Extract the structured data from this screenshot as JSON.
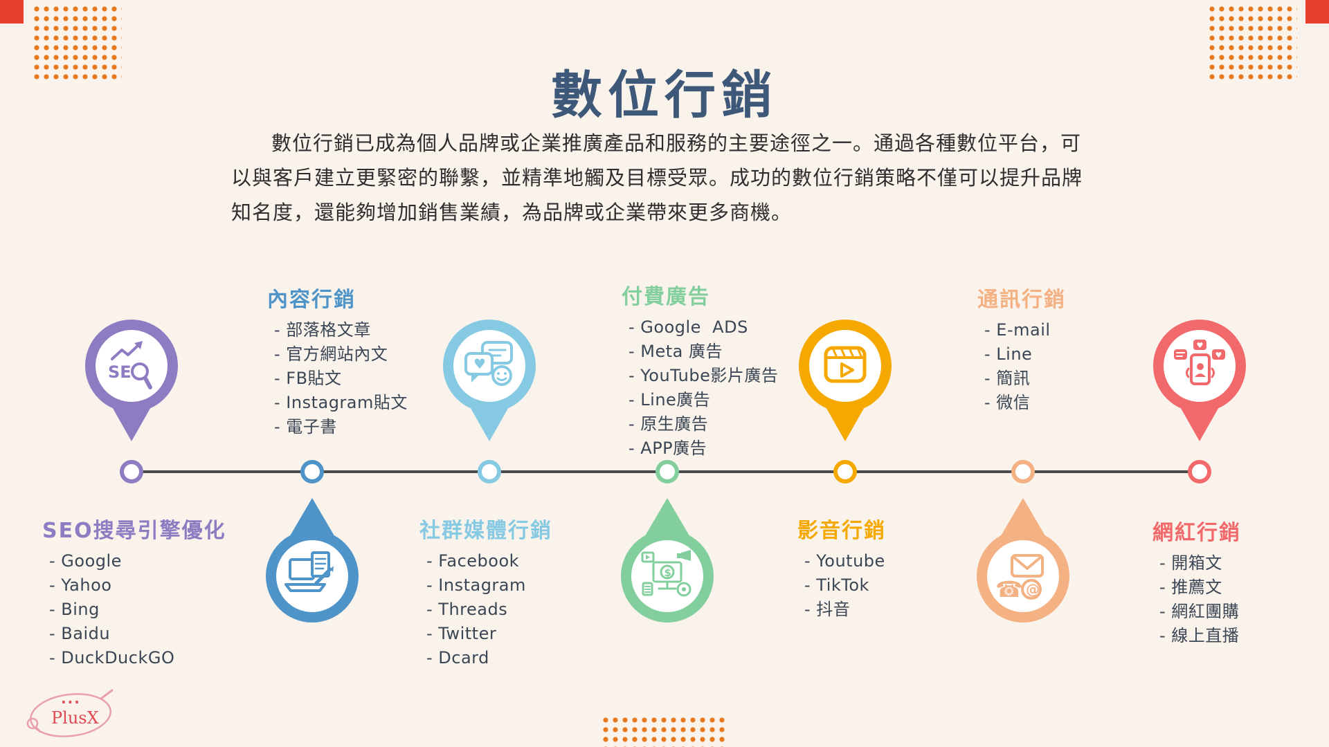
{
  "page": {
    "title": "數位行銷",
    "intro": "數位行銷已成為個人品牌或企業推廣產品和服務的主要途徑之一。通過各種數位平台，可以與客戶建立更緊密的聯繫，並精準地觸及目標受眾。成功的數位行銷策略不僅可以提升品牌知名度，還能夠增加銷售業績，為品牌或企業帶來更多商機。"
  },
  "colors": {
    "background": "#FAF3EC",
    "title": "#3E5879",
    "body_text": "#2E2E2E",
    "list_text": "#3A4654",
    "timeline_line": "#4A4A4A",
    "dot_pattern": "#E8781E",
    "corner_square": "#E83F2E",
    "logo_pink": "#E8A0AC",
    "logo_red": "#DD4A52"
  },
  "logo": {
    "dots": "...",
    "name": "PlusX"
  },
  "categories": [
    {
      "label": "SEO搜尋引擎優化",
      "color": "#8E7CC3",
      "icon": "seo-magnifier-icon",
      "pin_position": "above-timeline",
      "items": [
        "- Google",
        "- Yahoo",
        "- Bing",
        "- Baidu",
        "- DuckDuckGO"
      ]
    },
    {
      "label": "內容行銷",
      "color": "#4E94C9",
      "icon": "laptop-document-icon",
      "pin_position": "below-timeline",
      "items": [
        "- 部落格文章",
        "- 官方網站內文",
        "- FB貼文",
        "- Instagram貼文",
        "- 電子書"
      ]
    },
    {
      "label": "社群媒體行銷",
      "color": "#85C9E2",
      "icon": "social-chat-bubbles-icon",
      "pin_position": "above-timeline",
      "items": [
        "- Facebook",
        "- Instagram",
        "- Threads",
        "- Twitter",
        "- Dcard"
      ]
    },
    {
      "label": "付費廣告",
      "color": "#82CE9C",
      "icon": "ads-monitor-icon",
      "pin_position": "below-timeline",
      "items": [
        "- Google  ADS",
        "- Meta 廣告",
        "- YouTube影片廣告",
        "- Line廣告",
        "- 原生廣告",
        "- APP廣告"
      ]
    },
    {
      "label": "影音行銷",
      "color": "#F5A800",
      "icon": "clapperboard-icon",
      "pin_position": "above-timeline",
      "items": [
        "- Youtube",
        "- TikTok",
        "- 抖音"
      ]
    },
    {
      "label": "通訊行銷",
      "color": "#F4B183",
      "icon": "mail-phone-icon",
      "pin_position": "below-timeline",
      "items": [
        "- E-mail",
        "- Line",
        "- 簡訊",
        "- 微信"
      ]
    },
    {
      "label": "網紅行銷",
      "color": "#F2696B",
      "icon": "influencer-phone-icon",
      "pin_position": "above-timeline",
      "items": [
        "- 開箱文",
        "- 推薦文",
        "- 網紅團購",
        "- 線上直播"
      ]
    }
  ]
}
